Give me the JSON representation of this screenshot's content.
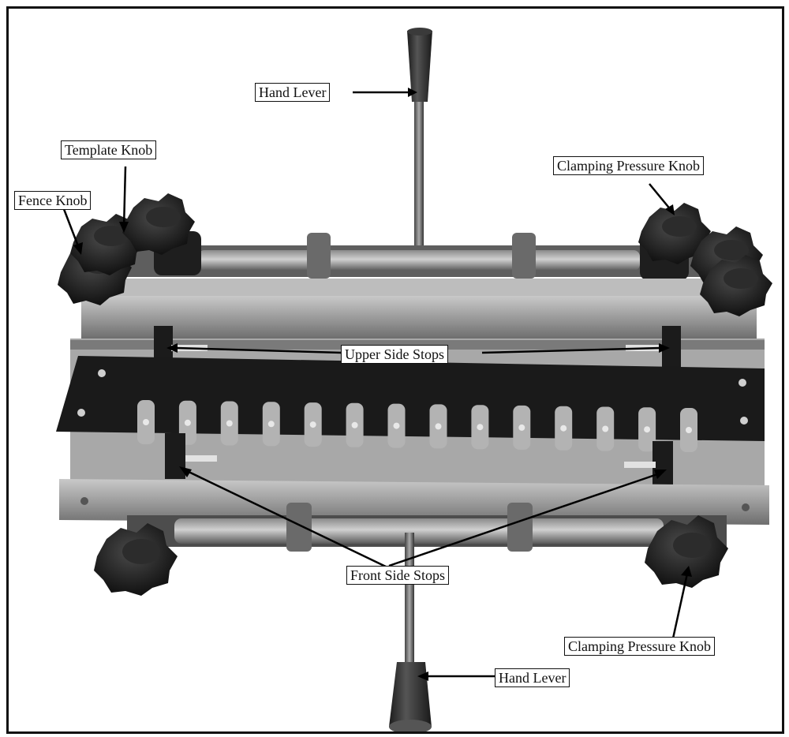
{
  "figure": {
    "subject": "dovetail jig",
    "callouts": {
      "hand_lever_top": "Hand Lever",
      "template_knob": "Template Knob",
      "fence_knob": "Fence Knob",
      "clamping_pressure_knob_top": "Clamping Pressure Knob",
      "upper_side_stops": "Upper Side Stops",
      "front_side_stops": "Front Side Stops",
      "clamping_pressure_knob_bottom": "Clamping Pressure Knob",
      "hand_lever_bottom": "Hand Lever"
    },
    "template_finger_count": 14
  },
  "colors": {
    "frame": "#111111",
    "template": "#1a1a1a",
    "rail": "#9a9a9a",
    "knob": "#202020"
  }
}
